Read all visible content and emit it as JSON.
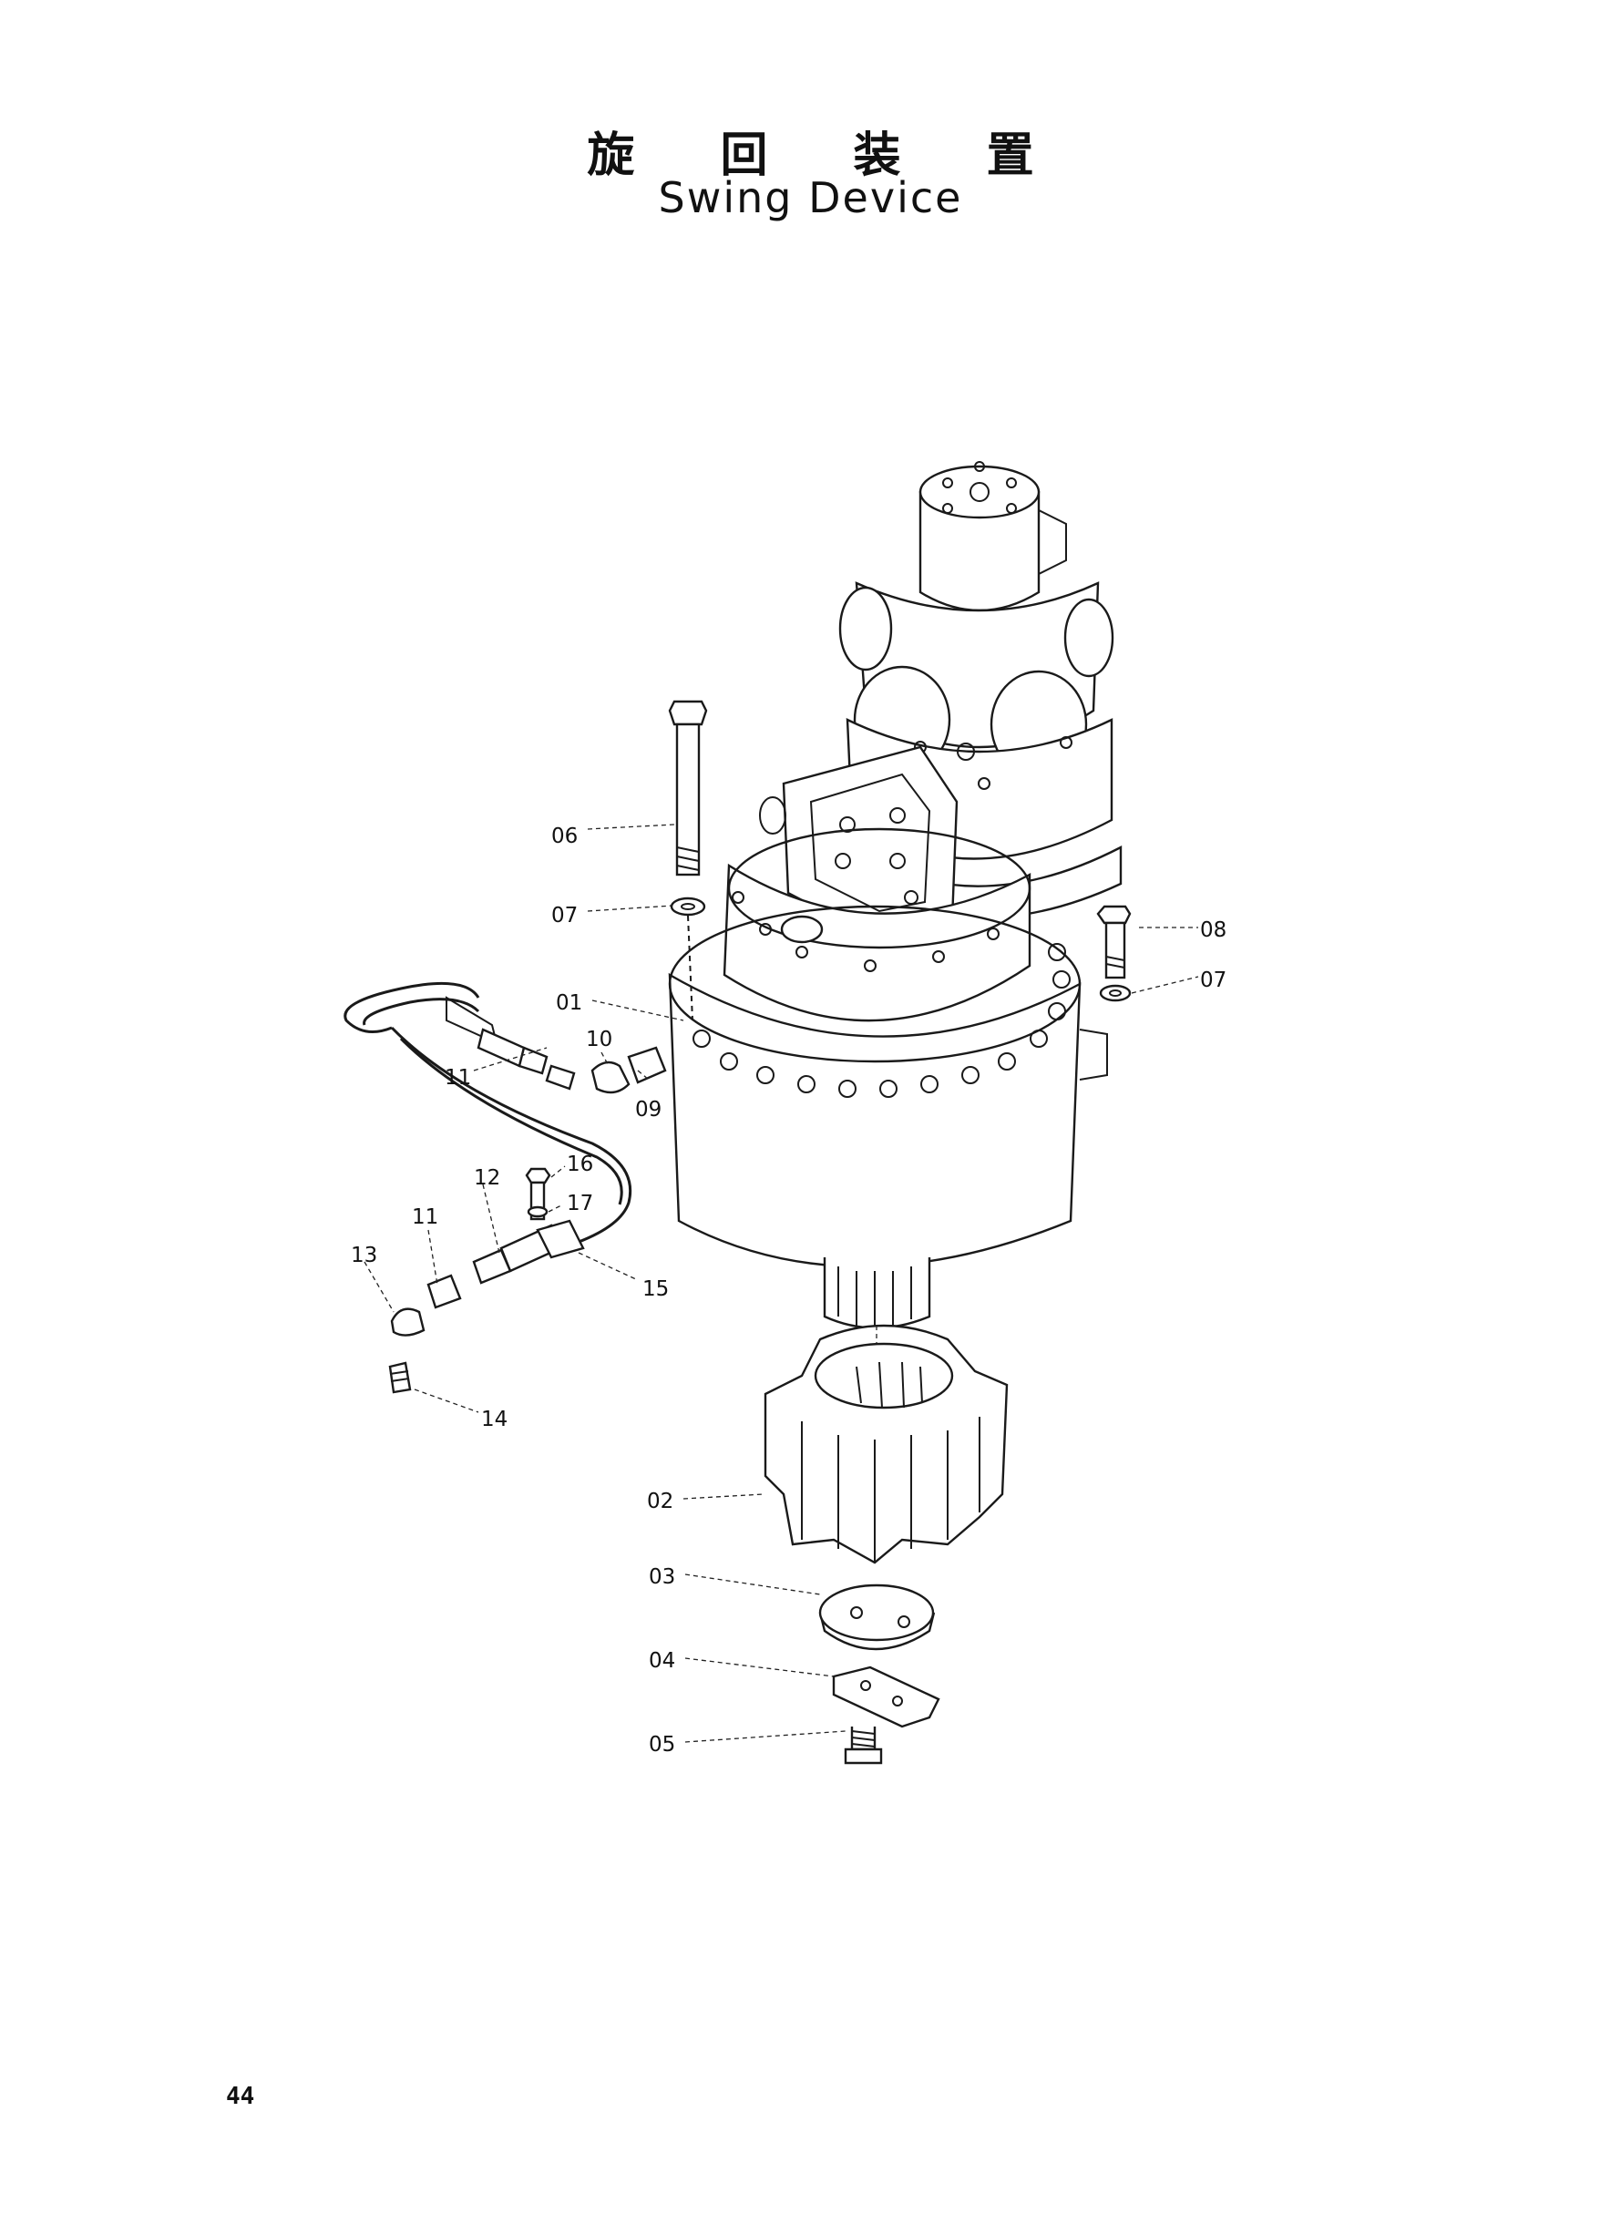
{
  "header": {
    "title_jp": "旋 回 装 置",
    "title_en": "Swing Device"
  },
  "callouts": {
    "c01": "01",
    "c02": "02",
    "c03": "03",
    "c04": "04",
    "c05": "05",
    "c06": "06",
    "c07a": "07",
    "c07b": "07",
    "c08": "08",
    "c09": "09",
    "c10": "10",
    "c11a": "11",
    "c11b": "11",
    "c12": "12",
    "c13": "13",
    "c14": "14",
    "c15": "15",
    "c16": "16",
    "c17": "17"
  },
  "footer": {
    "page_number": "44"
  }
}
